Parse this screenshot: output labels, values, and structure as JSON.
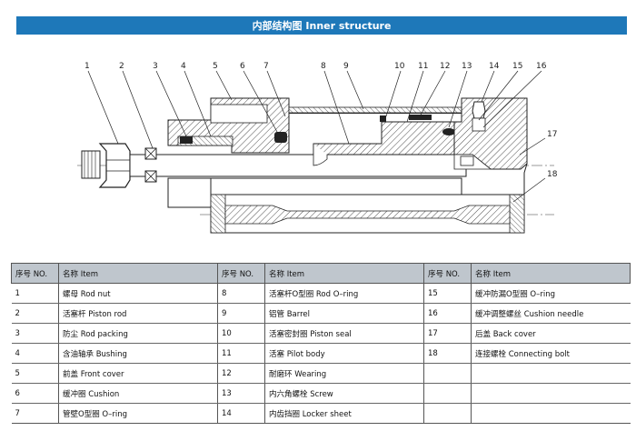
{
  "title": "内部结构图 Inner structure",
  "callouts": [
    "1",
    "2",
    "3",
    "4",
    "5",
    "6",
    "7",
    "8",
    "9",
    "10",
    "11",
    "12",
    "13",
    "14",
    "15",
    "16",
    "17",
    "18"
  ],
  "table": {
    "headers": [
      "序号 NO.",
      "名称 Item",
      "序号 NO.",
      "名称 Item",
      "序号 NO.",
      "名称 Item"
    ],
    "rows": [
      [
        "1",
        "螺母 Rod nut",
        "8",
        "活塞杆O型圈 Rod O–ring",
        "15",
        "缓冲防漏O型圈 O–ring"
      ],
      [
        "2",
        "活塞杆 Piston rod",
        "9",
        "铝管 Barrel",
        "16",
        "缓冲调整螺丝 Cushion needle"
      ],
      [
        "3",
        "防尘 Rod packing",
        "10",
        "活塞密封圈 Piston seal",
        "17",
        "后盖 Back cover"
      ],
      [
        "4",
        "含油轴承 Bushing",
        "11",
        "活塞 Pilot body",
        "18",
        "连接螺栓 Connecting bolt"
      ],
      [
        "5",
        "前盖 Front cover",
        "12",
        "耐磨环 Wearing",
        "",
        ""
      ],
      [
        "6",
        "缓冲圈 Cushion",
        "13",
        "内六角螺栓 Screw",
        "",
        ""
      ],
      [
        "7",
        "管壁O型圈 O–ring",
        "14",
        "内齿挡圈 Locker sheet",
        "",
        ""
      ]
    ]
  }
}
